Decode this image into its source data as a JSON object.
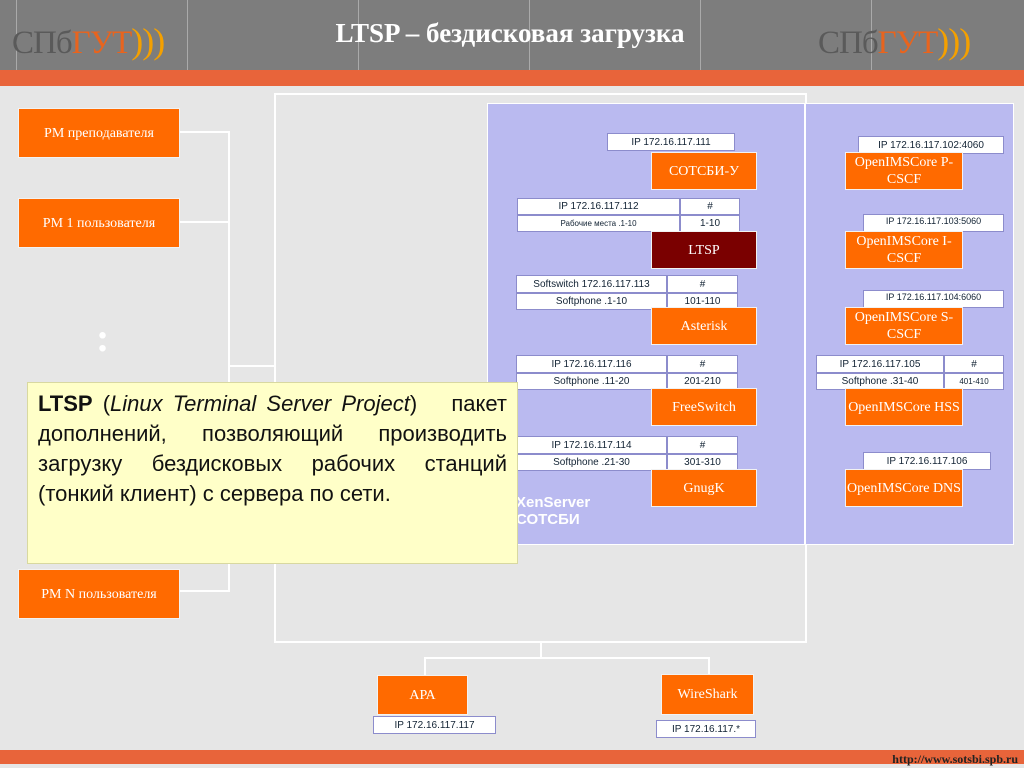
{
  "header": {
    "title": "LTSP – бездисковая загрузка",
    "logo_left": {
      "spb": "СПб",
      "gut": "ГУТ",
      "wave": ")))"
    },
    "logo_right": {
      "spb": "СПб",
      "gut": "ГУТ",
      "wave": ")))"
    }
  },
  "footer": {
    "url": "http://www.sotsbi.spb.ru"
  },
  "workstations": {
    "teacher": "РМ преподавателя",
    "user1": "РМ 1 пользователя",
    "userN": "РМ N пользователя",
    "dots": ":"
  },
  "xenserver": {
    "line1": "XenServer",
    "line2": "СОТСБИ"
  },
  "servers": {
    "sotsbi": {
      "label": "СОТСБИ-У",
      "ip": "IP 172.16.117.111"
    },
    "ltsp": {
      "label": "LTSP",
      "ip": "IP 172.16.117.112",
      "hash": "#",
      "rows_label": "Рабочие места .1-10",
      "rows_value": "1-10"
    },
    "asterisk": {
      "label": "Asterisk",
      "ip": "Softswitch 172.16.117.113",
      "hash": "#",
      "phones": "Softphone .1-10",
      "numbers": "101-110"
    },
    "freeswitch": {
      "label": "FreeSwitch",
      "ip": "IP 172.16.117.116",
      "hash": "#",
      "phones": "Softphone .11-20",
      "numbers": "201-210"
    },
    "gnugk": {
      "label": "GnugK",
      "ip": "IP 172.16.117.114",
      "hash": "#",
      "phones": "Softphone .21-30",
      "numbers": "301-310"
    },
    "pcscf": {
      "label": "OpenIMSCore P-CSCF",
      "ip": "IP 172.16.117.102:4060"
    },
    "icscf": {
      "label": "OpenIMSCore I-CSCF",
      "ip": "IP 172.16.117.103:5060"
    },
    "scscf": {
      "label": "OpenIMSCore S-CSCF",
      "ip": "IP 172.16.117.104:6060"
    },
    "hss": {
      "label": "OpenIMSCore HSS",
      "ip": "IP 172.16.117.105",
      "hash": "#",
      "phones": "Softphone .31-40",
      "numbers": "401-410"
    },
    "dns": {
      "label": "OpenIMSCore DNS",
      "ip": "IP 172.16.117.106"
    },
    "apa": {
      "label": "АРА",
      "ip": "IP 172.16.117.117"
    },
    "wireshark": {
      "label": "WireShark",
      "ip": "IP 172.16.117.*"
    }
  },
  "note": {
    "term": "LTSP",
    "open_paren": " (",
    "expansion": "Linux Terminal Server Project",
    "close_paren": ")",
    "bullet": "",
    "body": " пакет дополнений, позволяющий производить загрузку бездисковых рабочих станций (тонкий клиент)  с сервера по сети."
  },
  "colors": {
    "accent": "#ff6a00",
    "stripe": "#e8643a",
    "panel": "#babaf0",
    "ltsp_box": "#7a0000",
    "note_bg": "#ffffc8"
  }
}
